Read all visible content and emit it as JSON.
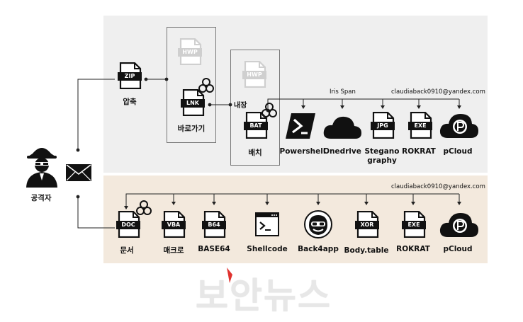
{
  "top": {
    "zip": {
      "tag": "ZIP",
      "label": "압축"
    },
    "hwp1": {
      "tag": "HWP"
    },
    "lnk": {
      "tag": "LNK",
      "label": "바로가기"
    },
    "hwp2": {
      "tag": "HWP"
    },
    "bat": {
      "tag": "BAT",
      "label": "배치"
    },
    "embed_label": "내장",
    "iris_span": "Iris Span",
    "email": "claudiaback0910@yandex.com",
    "items": [
      {
        "label": "Powershell"
      },
      {
        "label": "Onedrive"
      },
      {
        "label": "Stegano\ngraphy",
        "tag": "JPG"
      },
      {
        "label": "ROKRAT",
        "tag": "EXE"
      },
      {
        "label": "pCloud"
      }
    ]
  },
  "attacker": {
    "label": "공격자"
  },
  "bottom": {
    "email": "claudiaback0910@yandex.com",
    "items": [
      {
        "label": "문서",
        "tag": "DOC"
      },
      {
        "label": "매크로",
        "tag": "VBA"
      },
      {
        "label": "BASE64",
        "tag": "B64"
      },
      {
        "label": "Shellcode"
      },
      {
        "label": "Back4app"
      },
      {
        "label": "Body.table",
        "tag": "XOR"
      },
      {
        "label": "ROKRAT",
        "tag": "EXE"
      },
      {
        "label": "pCloud"
      }
    ]
  },
  "watermark": "보안뉴스",
  "colors": {
    "panel_top": "#efefef",
    "panel_bottom": "#f3e9dd",
    "accent_red": "#e0322f"
  }
}
